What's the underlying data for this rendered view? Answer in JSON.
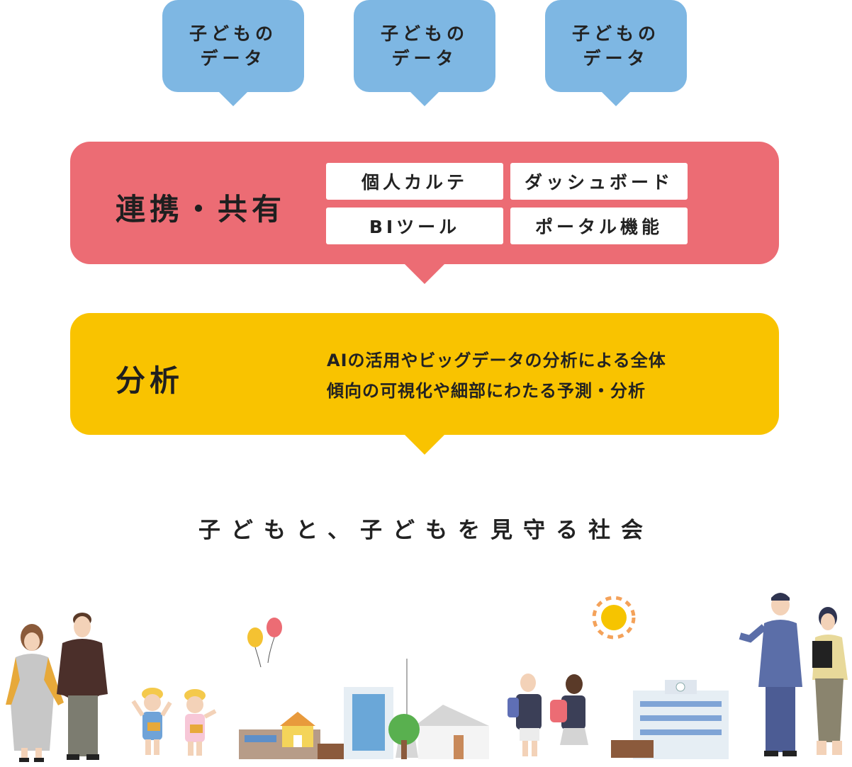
{
  "bubbles": [
    {
      "line1": "子どもの",
      "line2": "データ"
    },
    {
      "line1": "子どもの",
      "line2": "データ"
    },
    {
      "line1": "子どもの",
      "line2": "データ"
    }
  ],
  "share": {
    "title": "連携・共有",
    "chips": [
      "個人カルテ",
      "ダッシュボード",
      "BIツール",
      "ポータル機能"
    ]
  },
  "analysis": {
    "title": "分析",
    "line1": "AIの活用やビッグデータの分析による全体",
    "line2": "傾向の可視化や細部にわたる予測・分析"
  },
  "tagline": "子どもと、子どもを見守る社会",
  "colors": {
    "bubble": "#7eb7e3",
    "share": "#ec6c74",
    "analysis": "#f9c300"
  }
}
